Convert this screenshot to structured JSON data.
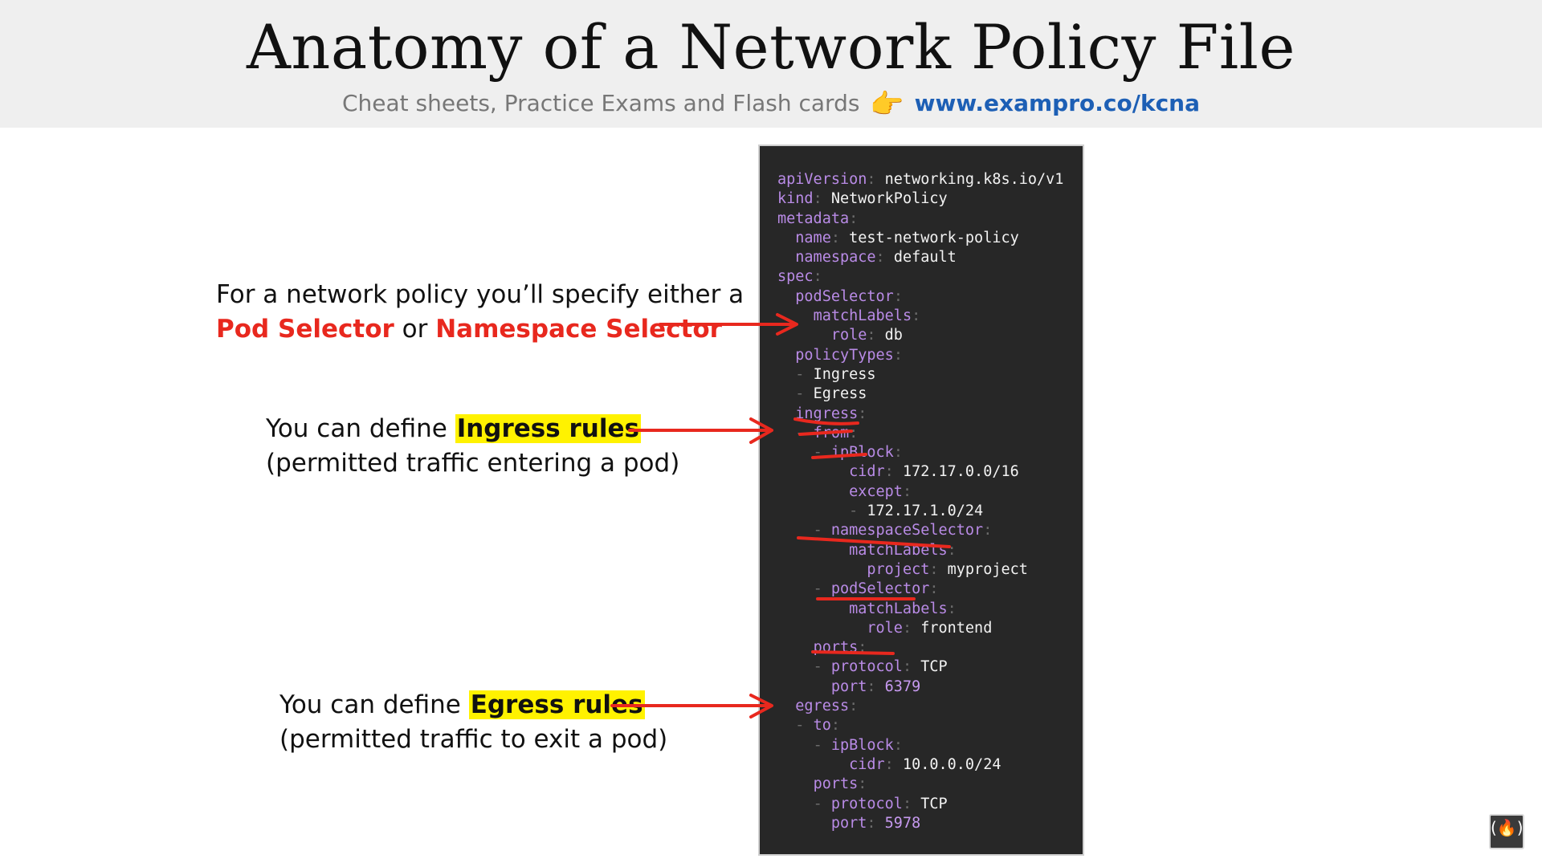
{
  "header": {
    "title": "Anatomy of a Network Policy File",
    "subtitle": "Cheat sheets, Practice Exams and Flash cards",
    "pointer_glyph": "👉",
    "link": "www.exampro.co/kcna"
  },
  "notes": {
    "selector": {
      "line1": "For a network policy you’ll specify either a",
      "pod_selector": "Pod Selector",
      "or": "or",
      "namespace_selector": "Namespace Selector"
    },
    "ingress": {
      "prefix": "You can define",
      "highlight": "Ingress rules",
      "line2": "(permitted traffic entering a pod)"
    },
    "egress": {
      "prefix": "You can define",
      "highlight": "Egress rules",
      "line2": "(permitted traffic to exit a pod)"
    }
  },
  "code": [
    {
      "indent": "",
      "dash": false,
      "key": "apiVersion",
      "value": "networking.k8s.io/v1"
    },
    {
      "indent": "",
      "dash": false,
      "key": "kind",
      "value": "NetworkPolicy"
    },
    {
      "indent": "",
      "dash": false,
      "key": "metadata",
      "value": ""
    },
    {
      "indent": "  ",
      "dash": false,
      "key": "name",
      "value": "test-network-policy"
    },
    {
      "indent": "  ",
      "dash": false,
      "key": "namespace",
      "value": "default"
    },
    {
      "indent": "",
      "dash": false,
      "key": "spec",
      "value": ""
    },
    {
      "indent": "  ",
      "dash": false,
      "key": "podSelector",
      "value": ""
    },
    {
      "indent": "    ",
      "dash": false,
      "key": "matchLabels",
      "value": ""
    },
    {
      "indent": "      ",
      "dash": false,
      "key": "role",
      "value": "db"
    },
    {
      "indent": "  ",
      "dash": false,
      "key": "policyTypes",
      "value": ""
    },
    {
      "indent": "  ",
      "dash": true,
      "key": "",
      "value": "Ingress"
    },
    {
      "indent": "  ",
      "dash": true,
      "key": "",
      "value": "Egress"
    },
    {
      "indent": "  ",
      "dash": false,
      "key": "ingress",
      "value": ""
    },
    {
      "indent": "  ",
      "dash": true,
      "key": "from",
      "value": ""
    },
    {
      "indent": "    ",
      "dash": true,
      "key": "ipBlock",
      "value": ""
    },
    {
      "indent": "        ",
      "dash": false,
      "key": "cidr",
      "value": "172.17.0.0/16"
    },
    {
      "indent": "        ",
      "dash": false,
      "key": "except",
      "value": ""
    },
    {
      "indent": "        ",
      "dash": true,
      "key": "",
      "value": "172.17.1.0/24"
    },
    {
      "indent": "    ",
      "dash": true,
      "key": "namespaceSelector",
      "value": ""
    },
    {
      "indent": "        ",
      "dash": false,
      "key": "matchLabels",
      "value": ""
    },
    {
      "indent": "          ",
      "dash": false,
      "key": "project",
      "value": "myproject"
    },
    {
      "indent": "    ",
      "dash": true,
      "key": "podSelector",
      "value": ""
    },
    {
      "indent": "        ",
      "dash": false,
      "key": "matchLabels",
      "value": ""
    },
    {
      "indent": "          ",
      "dash": false,
      "key": "role",
      "value": "frontend"
    },
    {
      "indent": "    ",
      "dash": false,
      "key": "ports",
      "value": ""
    },
    {
      "indent": "    ",
      "dash": true,
      "key": "protocol",
      "value": "TCP"
    },
    {
      "indent": "      ",
      "dash": false,
      "key": "port",
      "value": "6379",
      "numeric": true
    },
    {
      "indent": "  ",
      "dash": false,
      "key": "egress",
      "value": ""
    },
    {
      "indent": "  ",
      "dash": true,
      "key": "to",
      "value": ""
    },
    {
      "indent": "    ",
      "dash": true,
      "key": "ipBlock",
      "value": ""
    },
    {
      "indent": "        ",
      "dash": false,
      "key": "cidr",
      "value": "10.0.0.0/24"
    },
    {
      "indent": "    ",
      "dash": false,
      "key": "ports",
      "value": ""
    },
    {
      "indent": "    ",
      "dash": true,
      "key": "protocol",
      "value": "TCP"
    },
    {
      "indent": "      ",
      "dash": false,
      "key": "port",
      "value": "5978",
      "numeric": true
    }
  ],
  "colors": {
    "accent_red": "#e8281e",
    "highlight_yellow": "#fff200",
    "code_background": "#272727",
    "yaml_key": "#b98be6",
    "link_blue": "#1d5fb5"
  },
  "icons": {
    "pointer": "pointing-hand-icon",
    "corner_logo": "freecodecamp-logo-icon"
  }
}
